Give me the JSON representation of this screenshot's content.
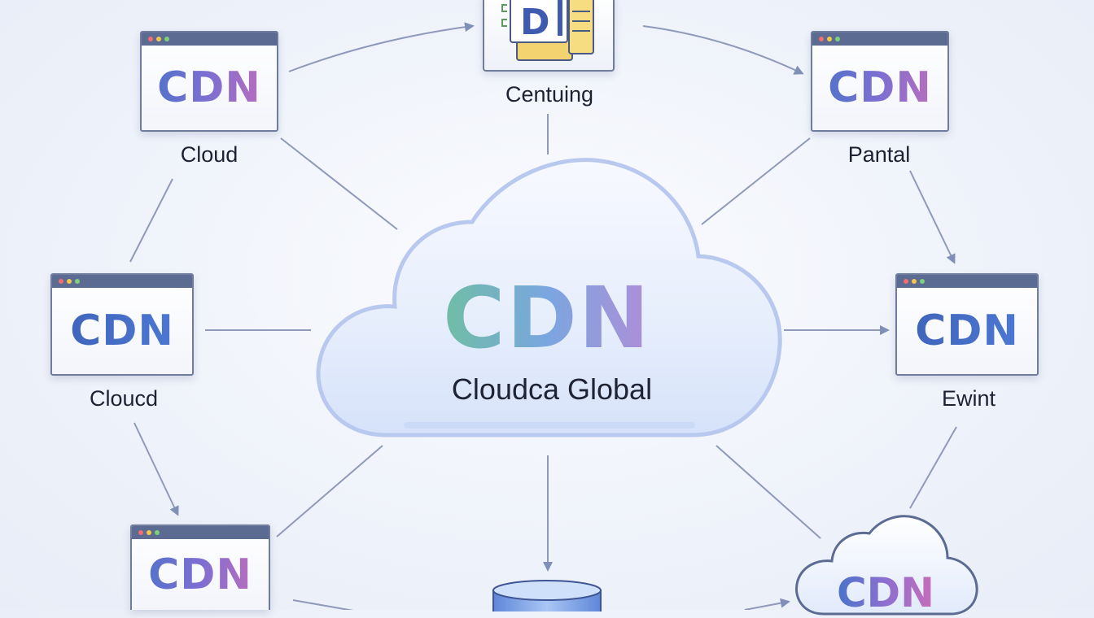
{
  "hub": {
    "logo": "CDN",
    "caption": "Cloudca Global"
  },
  "nodes": {
    "top_left": {
      "logo": "CDN",
      "label": "Cloud"
    },
    "top_center": {
      "icon": "document-icon",
      "label": "Centuing"
    },
    "top_right": {
      "logo": "CDN",
      "label": "Pantal"
    },
    "middle_left": {
      "logo": "CDN",
      "label": "Cloucd"
    },
    "middle_right": {
      "logo": "CDN",
      "label": "Ewint"
    },
    "bottom_left": {
      "logo": "CDN"
    },
    "bottom_center": {
      "icon": "database-icon"
    },
    "bottom_right": {
      "icon": "cloud-icon",
      "logo": "CDN"
    }
  },
  "colors": {
    "connector": "#8f9ab8",
    "arrow": "#7f8fb8",
    "window_titlebar": "#5b6b92",
    "window_border": "#6f7c9c",
    "cloud_fill": "#e9f0fd",
    "cloud_outline": "#b9c8ee"
  }
}
